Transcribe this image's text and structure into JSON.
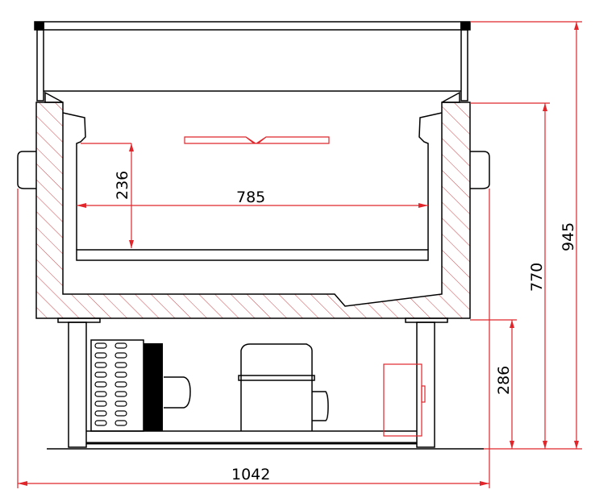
{
  "drawing": {
    "colors": {
      "outline": "#000000",
      "dimension": "#e0262b",
      "hatch": "#d0454a"
    },
    "dimensions": {
      "basin_depth": "236",
      "basin_width": "785",
      "total_height": "945",
      "counter_height": "770",
      "base_height": "286",
      "total_width": "1042"
    }
  }
}
